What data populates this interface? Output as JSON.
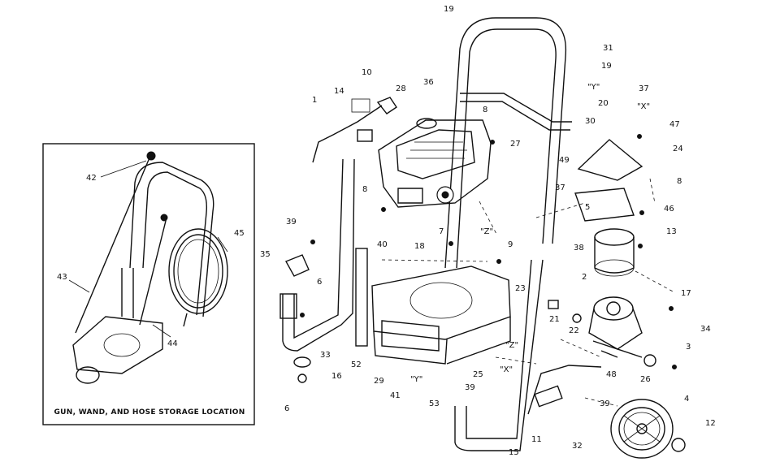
{
  "inset": {
    "caption": "GUN, WAND, AND HOSE STORAGE LOCATION"
  },
  "callouts": [
    {
      "id": "c1",
      "text": "1"
    },
    {
      "id": "c10",
      "text": "10"
    },
    {
      "id": "c14",
      "text": "14"
    },
    {
      "id": "c28",
      "text": "28"
    },
    {
      "id": "c36",
      "text": "36"
    },
    {
      "id": "c19a",
      "text": "19"
    },
    {
      "id": "c31",
      "text": "31"
    },
    {
      "id": "c19b",
      "text": "19"
    },
    {
      "id": "cY1",
      "text": "\"Y\""
    },
    {
      "id": "c37a",
      "text": "37"
    },
    {
      "id": "cX1",
      "text": "\"X\""
    },
    {
      "id": "c20",
      "text": "20"
    },
    {
      "id": "c30",
      "text": "30"
    },
    {
      "id": "c47",
      "text": "47"
    },
    {
      "id": "c8a",
      "text": "8"
    },
    {
      "id": "c27",
      "text": "27"
    },
    {
      "id": "c24",
      "text": "24"
    },
    {
      "id": "c49",
      "text": "49"
    },
    {
      "id": "c37b",
      "text": "37"
    },
    {
      "id": "c8b",
      "text": "8"
    },
    {
      "id": "c8c",
      "text": "8"
    },
    {
      "id": "c5",
      "text": "5"
    },
    {
      "id": "c46",
      "text": "46"
    },
    {
      "id": "cZ1",
      "text": "\"Z\""
    },
    {
      "id": "c13",
      "text": "13"
    },
    {
      "id": "c39a",
      "text": "39"
    },
    {
      "id": "c7",
      "text": "7"
    },
    {
      "id": "c9",
      "text": "9"
    },
    {
      "id": "c38",
      "text": "38"
    },
    {
      "id": "c40",
      "text": "40"
    },
    {
      "id": "c18",
      "text": "18"
    },
    {
      "id": "c35",
      "text": "35"
    },
    {
      "id": "c2",
      "text": "2"
    },
    {
      "id": "c6a",
      "text": "6"
    },
    {
      "id": "c23",
      "text": "23"
    },
    {
      "id": "c17",
      "text": "17"
    },
    {
      "id": "c34",
      "text": "34"
    },
    {
      "id": "c21",
      "text": "21"
    },
    {
      "id": "c22",
      "text": "22"
    },
    {
      "id": "c3",
      "text": "3"
    },
    {
      "id": "c33",
      "text": "33"
    },
    {
      "id": "c52",
      "text": "52"
    },
    {
      "id": "cZ2",
      "text": "\"Z\""
    },
    {
      "id": "cX2",
      "text": "\"X\""
    },
    {
      "id": "c25",
      "text": "25"
    },
    {
      "id": "c16",
      "text": "16"
    },
    {
      "id": "c29",
      "text": "29"
    },
    {
      "id": "cY2",
      "text": "\"Y\""
    },
    {
      "id": "c39b",
      "text": "39"
    },
    {
      "id": "c48",
      "text": "48"
    },
    {
      "id": "c26",
      "text": "26"
    },
    {
      "id": "c41",
      "text": "41"
    },
    {
      "id": "c53",
      "text": "53"
    },
    {
      "id": "c6b",
      "text": "6"
    },
    {
      "id": "c39c",
      "text": "39"
    },
    {
      "id": "c4",
      "text": "4"
    },
    {
      "id": "c11",
      "text": "11"
    },
    {
      "id": "c12",
      "text": "12"
    },
    {
      "id": "c32",
      "text": "32"
    },
    {
      "id": "c15",
      "text": "15"
    },
    {
      "id": "c42",
      "text": "42"
    },
    {
      "id": "c45",
      "text": "45"
    },
    {
      "id": "c43",
      "text": "43"
    },
    {
      "id": "c44",
      "text": "44"
    }
  ]
}
